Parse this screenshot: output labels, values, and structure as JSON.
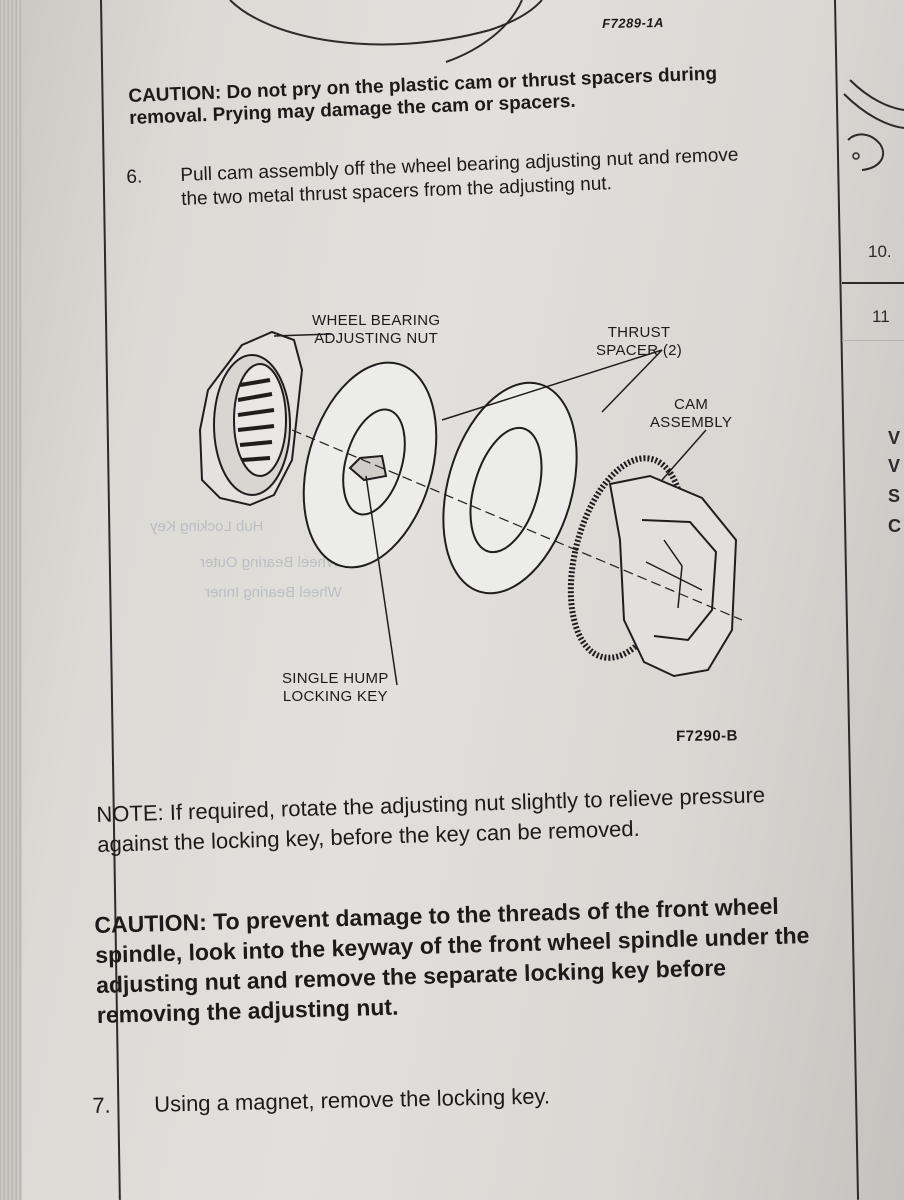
{
  "figure_top": "F7289-1A",
  "caution_1": "CAUTION: Do not pry on the plastic cam or thrust spacers during removal. Prying may damage the cam or spacers.",
  "step_6": {
    "number": "6.",
    "text": "Pull cam assembly off the wheel bearing adjusting nut and remove the two metal thrust spacers from the adjusting nut."
  },
  "diagram": {
    "labels": {
      "wheel_bearing_nut": [
        "WHEEL BEARING",
        "ADJUSTING NUT"
      ],
      "thrust_spacer": [
        "THRUST",
        "SPACER (2)"
      ],
      "cam_assembly": [
        "CAM",
        "ASSEMBLY"
      ],
      "locking_key": [
        "SINGLE HUMP",
        "LOCKING KEY"
      ]
    },
    "figure_id": "F7290-B"
  },
  "note": "NOTE: If required, rotate the adjusting nut slightly to relieve pressure against the locking key, before the key can be removed.",
  "caution_2": "CAUTION: To prevent damage to the threads of the front wheel spindle, look into the keyway of the front wheel spindle under the adjusting nut and remove the separate locking key before removing the adjusting nut.",
  "step_7": {
    "number": "7.",
    "text": "Using a magnet, remove the locking key."
  },
  "right_column": {
    "step_10": "10.",
    "step_11": "11"
  }
}
